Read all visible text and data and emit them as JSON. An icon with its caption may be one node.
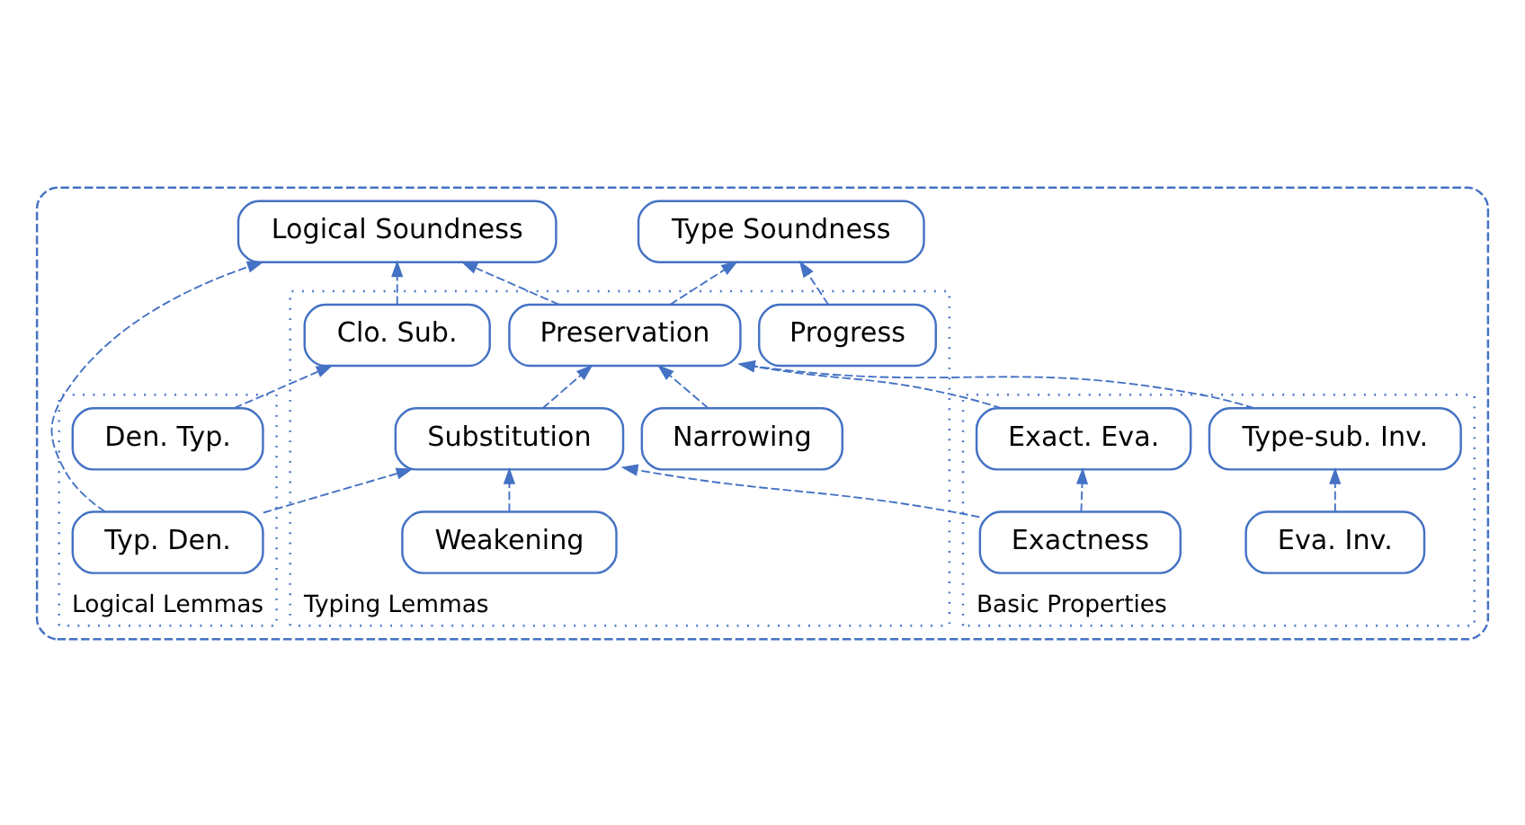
{
  "diagram": {
    "nodes": [
      {
        "text": [],
        "shape": "box"
      },
      {
        "text": [
          "Type Soundness"
        ],
        "in": 0
      },
      {
        "text": [
          "Logical Soundness"
        ],
        "in": 0
      },
      {
        "text": [
          "Typing Lemmas"
        ],
        "in": 0
      },
      {
        "text": [
          "Progress"
        ],
        "in": 3
      },
      {
        "text": [
          "Preservation"
        ],
        "in": 3
      },
      {
        "text": [
          "Clo. Sub."
        ],
        "in": 3
      },
      {
        "text": [
          "Narrowing"
        ],
        "in": 3
      },
      {
        "text": [
          "Substitution"
        ],
        "in": 3
      },
      {
        "text": [
          "Weakening"
        ],
        "in": 3
      },
      {
        "text": [
          "Basic Properties"
        ],
        "in": 0
      },
      {
        "text": [
          "Type-sub. Inv."
        ],
        "in": 10
      },
      {
        "text": [
          "Exact. Eva."
        ],
        "in": 10
      },
      {
        "text": [
          "Eva. Inv."
        ],
        "in": 10
      },
      {
        "text": [
          "Exactness"
        ],
        "in": 10
      },
      {
        "text": [
          "Logical Lemmas"
        ],
        "in": 0
      },
      {
        "text": [
          "Typ. Den."
        ],
        "in": 15
      },
      {
        "text": [
          "Den. Typ."
        ],
        "in": 15
      }
    ],
    "edges": [
      {
        "from": 4,
        "to": 1,
        "arrow": "to",
        "style": "dashed"
      },
      {
        "from": 5,
        "to": 1,
        "arrow": "to",
        "style": "dashed"
      },
      {
        "from": 5,
        "to": 2,
        "arrow": "to",
        "style": "dashed"
      },
      {
        "from": 6,
        "to": 2,
        "arrow": "to",
        "style": "dashed"
      },
      {
        "from": 16,
        "to": 2,
        "arrow": "to",
        "style": "dashed"
      },
      {
        "from": 17,
        "to": 6,
        "arrow": "to",
        "style": "dashed"
      },
      {
        "from": 7,
        "to": 5,
        "arrow": "to",
        "style": "dashed"
      },
      {
        "from": 8,
        "to": 5,
        "arrow": "to",
        "style": "dashed"
      },
      {
        "from": 11,
        "to": 5,
        "arrow": "to",
        "style": "dashed"
      },
      {
        "from": 12,
        "to": 5,
        "arrow": "to",
        "style": "dashed"
      },
      {
        "from": 9,
        "to": 8,
        "arrow": "to",
        "style": "dashed"
      },
      {
        "from": 14,
        "to": 8,
        "arrow": "to",
        "style": "dashed"
      },
      {
        "from": 16,
        "to": 8,
        "arrow": "to",
        "style": "dashed"
      },
      {
        "from": 13,
        "to": 11,
        "arrow": "to",
        "style": "dashed"
      },
      {
        "from": 14,
        "to": 12,
        "arrow": "to",
        "style": "dashed"
      }
    ]
  }
}
